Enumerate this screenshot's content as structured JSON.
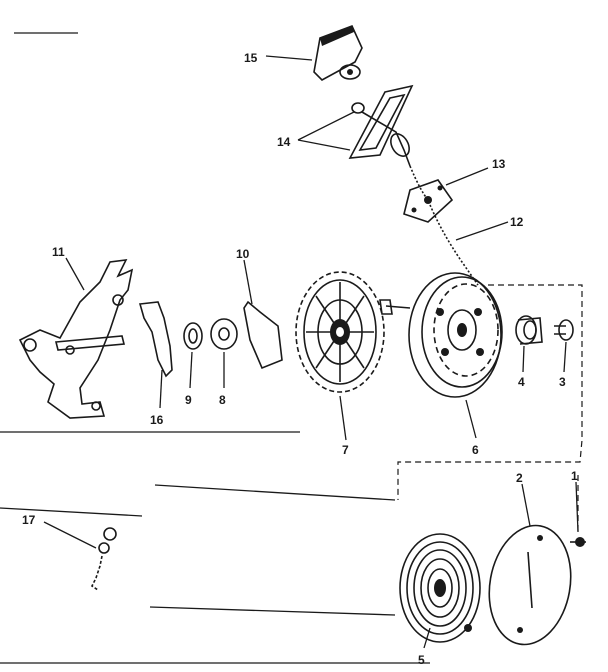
{
  "diagram": {
    "callouts": [
      {
        "id": "c15",
        "number": "15"
      },
      {
        "id": "c14",
        "number": "14"
      },
      {
        "id": "c13",
        "number": "13"
      },
      {
        "id": "c12",
        "number": "12"
      },
      {
        "id": "c11",
        "number": "11"
      },
      {
        "id": "c10",
        "number": "10"
      },
      {
        "id": "c9",
        "number": "9"
      },
      {
        "id": "c8",
        "number": "8"
      },
      {
        "id": "c16",
        "number": "16"
      },
      {
        "id": "c7",
        "number": "7"
      },
      {
        "id": "c6",
        "number": "6"
      },
      {
        "id": "c4",
        "number": "4"
      },
      {
        "id": "c3",
        "number": "3"
      },
      {
        "id": "c2",
        "number": "2"
      },
      {
        "id": "c1",
        "number": "1"
      },
      {
        "id": "c17",
        "number": "17"
      },
      {
        "id": "c5",
        "number": "5"
      }
    ]
  }
}
